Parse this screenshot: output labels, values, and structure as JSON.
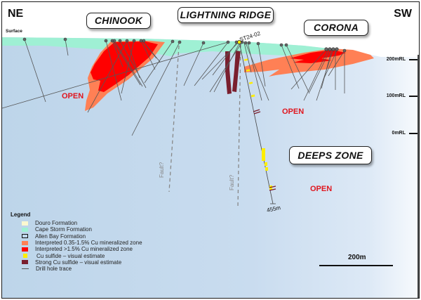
{
  "orientation": {
    "left": "NE",
    "right": "SW"
  },
  "surface_label": "Surface",
  "zone_labels": [
    {
      "id": "chinook",
      "text": "CHINOOK"
    },
    {
      "id": "lightning-ridge",
      "text": "LIGHTNING RIDGE"
    },
    {
      "id": "corona",
      "text": "CORONA"
    },
    {
      "id": "deeps-zone",
      "text": "DEEPS ZONE"
    }
  ],
  "open_labels": [
    "OPEN",
    "OPEN",
    "OPEN"
  ],
  "drill_hole": {
    "name": "ST24-02",
    "depth_label": "455m"
  },
  "fault_labels": [
    "Fault?",
    "Fault?"
  ],
  "elevation_axis": [
    "200mRL",
    "100mRL",
    "0mRL"
  ],
  "scale_bar": {
    "label": "200m"
  },
  "colors": {
    "douro": "#fbf8d0",
    "cape_storm": "#9ff0d4",
    "allen_bay_fill": "#c6dcef",
    "cu_035_15": "#ff8055",
    "cu_gt15": "#ff0000",
    "cu_sulfide": "#ffee00",
    "strong_cu_sulfide": "#7a1f2e",
    "drill_trace": "#555555",
    "open_text": "#e0161e"
  },
  "legend": {
    "title": "Legend",
    "items": [
      {
        "label": "Douro Formation",
        "swatch": "douro"
      },
      {
        "label": "Cape Storm Formation",
        "swatch": "cape_storm"
      },
      {
        "label": "Allen Bay Formation",
        "swatch": "allen_bay"
      },
      {
        "label": "Interpreted 0.35-1.5% Cu mineralized zone",
        "swatch": "cu_035_15"
      },
      {
        "label": "Interpreted >1.5% Cu mineralized zone",
        "swatch": "cu_gt15"
      },
      {
        "label": "Cu sulfide – visual estimate",
        "swatch": "cu_sulfide"
      },
      {
        "label": "Strong Cu sulfide – visual estimate",
        "swatch": "strong_cu_sulfide"
      },
      {
        "label": "Drill hole trace",
        "swatch": "drill_trace"
      }
    ]
  }
}
